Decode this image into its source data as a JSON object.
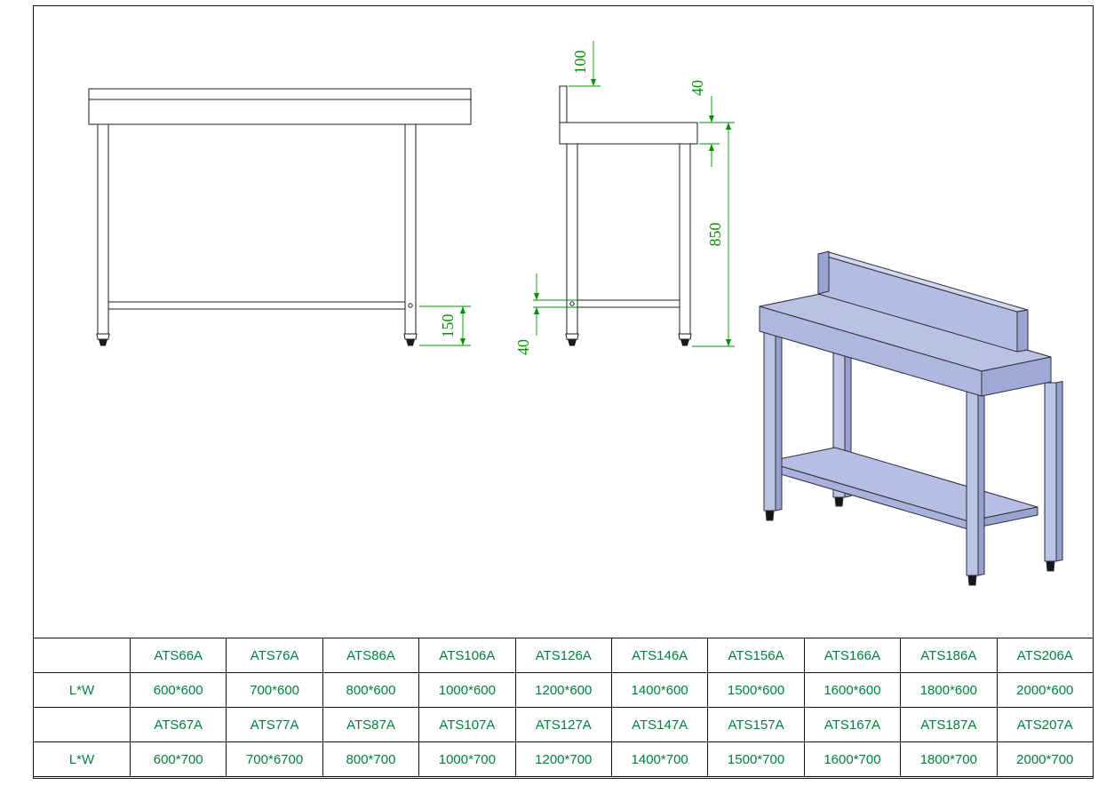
{
  "title": "Stainless steel work table with backsplash and undershelf - technical drawing",
  "colors": {
    "dimension_green": "#009100",
    "table_text_green": "#00813e",
    "drawing_line_black": "#1c1c1c",
    "iso_body_fill": "#b9c1e4",
    "frame_black": "#111111"
  },
  "dimensions": {
    "front_view": {
      "shelf_to_ground": "150"
    },
    "side_view": {
      "backsplash_height": "100",
      "worktop_thickness": "40",
      "overall_height": "850",
      "shelf_thickness": "40"
    }
  },
  "spec_table": {
    "row_labels": [
      "",
      "L*W",
      "",
      "L*W"
    ],
    "rows": [
      [
        "ATS66A",
        "ATS76A",
        "ATS86A",
        "ATS106A",
        "ATS126A",
        "ATS146A",
        "ATS156A",
        "ATS166A",
        "ATS186A",
        "ATS206A"
      ],
      [
        "600*600",
        "700*600",
        "800*600",
        "1000*600",
        "1200*600",
        "1400*600",
        "1500*600",
        "1600*600",
        "1800*600",
        "2000*600"
      ],
      [
        "ATS67A",
        "ATS77A",
        "ATS87A",
        "ATS107A",
        "ATS127A",
        "ATS147A",
        "ATS157A",
        "ATS167A",
        "ATS187A",
        "ATS207A"
      ],
      [
        "600*700",
        "700*6700",
        "800*700",
        "1000*700",
        "1200*700",
        "1400*700",
        "1500*700",
        "1600*700",
        "1800*700",
        "2000*700"
      ]
    ]
  }
}
